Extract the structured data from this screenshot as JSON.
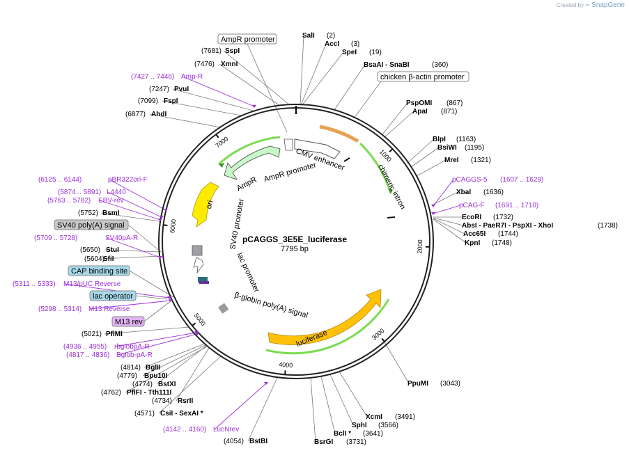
{
  "brand": {
    "created_by": "Created by",
    "app": "SnapGene"
  },
  "plasmid": {
    "name": "pCAGGS_3E5E_luciferase",
    "length": "7795 bp"
  },
  "ticks": [
    "1000",
    "2000",
    "3000",
    "4000",
    "5000",
    "6000",
    "7000"
  ],
  "sites_top": [
    {
      "id": "sali",
      "name": "SalI",
      "pos": "(2)"
    },
    {
      "id": "acci",
      "name": "AccI",
      "pos": "(3)"
    },
    {
      "id": "spei",
      "name": "SpeI",
      "pos": "(19)"
    },
    {
      "id": "bsaai",
      "name": "BsaAI   - SnaBI",
      "pos": "(360)"
    },
    {
      "id": "pspomi",
      "name": "PspOMI",
      "pos": "(867)"
    },
    {
      "id": "apai",
      "name": "ApaI",
      "pos": "(871)"
    },
    {
      "id": "blpi",
      "name": "BlpI",
      "pos": "(1163)"
    },
    {
      "id": "bsiwi",
      "name": "BsiWI",
      "pos": "(1195)"
    },
    {
      "id": "mrei",
      "name": "MreI",
      "pos": "(1321)"
    },
    {
      "id": "xbai",
      "name": "XbaI",
      "pos": "(1636)"
    },
    {
      "id": "ecori",
      "name": "EcoRI",
      "pos": "(1732)"
    },
    {
      "id": "absi",
      "name": "AbsI   - PaeR7I   - PspXI   - XhoI",
      "pos": "(1738)"
    },
    {
      "id": "acc65i",
      "name": "Acc65I",
      "pos": "(1744)"
    },
    {
      "id": "kpni",
      "name": "KpnI",
      "pos": "(1748)"
    }
  ],
  "sites_bottom_right": [
    {
      "id": "ppumi",
      "name": "PpuMI",
      "pos": "(3043)"
    },
    {
      "id": "xcmi",
      "name": "XcmI",
      "pos": "(3491)"
    },
    {
      "id": "sphi",
      "name": "SphI",
      "pos": "(3566)"
    },
    {
      "id": "bcli",
      "name": "BclI *",
      "pos": "(3641)"
    },
    {
      "id": "bsrgi",
      "name": "BsrGI",
      "pos": "(3731)"
    },
    {
      "id": "bstbi",
      "name": "BstBI",
      "pos": "(4054)"
    }
  ],
  "sites_left": [
    {
      "id": "sspi",
      "name": "SspI",
      "pos": "(7681)"
    },
    {
      "id": "xmni",
      "name": "XmnI",
      "pos": "(7476)"
    },
    {
      "id": "pvui",
      "name": "PvuI",
      "pos": "(7247)"
    },
    {
      "id": "fspi",
      "name": "FspI",
      "pos": "(7099)"
    },
    {
      "id": "ahdi",
      "name": "AhdI",
      "pos": "(6877)"
    },
    {
      "id": "bsmi",
      "name": "BsmI",
      "pos": "(5752)"
    },
    {
      "id": "stui",
      "name": "StuI",
      "pos": "(5650)"
    },
    {
      "id": "sfii",
      "name": "SfiI",
      "pos": "(5604)"
    },
    {
      "id": "pflmi",
      "name": "PflMI",
      "pos": "(5021)"
    },
    {
      "id": "bglii",
      "name": "BglII",
      "pos": "(4814)"
    },
    {
      "id": "bpu10i",
      "name": "Bpu10I",
      "pos": "(4779)"
    },
    {
      "id": "bstxi",
      "name": "BstXI",
      "pos": "(4774)"
    },
    {
      "id": "pflfi",
      "name": "PflFI   - Tth111I",
      "pos": "(4762)"
    },
    {
      "id": "rsrii",
      "name": "RsrII",
      "pos": "(4734)"
    },
    {
      "id": "csii",
      "name": "CsiI   - SexAI *",
      "pos": "(4571)"
    }
  ],
  "primers": [
    {
      "id": "ampr",
      "name": "Amp-R",
      "range": "(7427 .. 7446)"
    },
    {
      "id": "pcaggs5",
      "name": "pCAGGS-5",
      "range": "(1607 .. 1629)"
    },
    {
      "id": "pcagf",
      "name": "pCAG-F",
      "range": "(1691 .. 1710)"
    },
    {
      "id": "pbr",
      "name": "pBR322ori-F",
      "range": "(6125 .. 6144)"
    },
    {
      "id": "l4440",
      "name": "L4440",
      "range": "(5874 .. 5891)"
    },
    {
      "id": "ebvrev",
      "name": "EBV-rev",
      "range": "(5763 .. 5782)"
    },
    {
      "id": "sv40par",
      "name": "SV40pA-R",
      "range": "(5709 .. 5728)"
    },
    {
      "id": "m13puc",
      "name": "M13/pUC Reverse",
      "range": "(5311 .. 5333)"
    },
    {
      "id": "m13rev",
      "name": "M13 Reverse",
      "range": "(5298 .. 5314)"
    },
    {
      "id": "rbglob",
      "name": "rbglobpA-R",
      "range": "(4936 .. 4955)"
    },
    {
      "id": "bglob",
      "name": "Bglob-pA-R",
      "range": "(4817 .. 4836)"
    },
    {
      "id": "lucnrev",
      "name": "LucNrev",
      "range": "(4142 .. 4160)"
    }
  ],
  "boxed_labels": {
    "ampr_promoter": "AmpR promoter",
    "chicken": "chicken β-actin promoter",
    "sv40polya": "SV40 poly(A) signal",
    "cap": "CAP binding site",
    "lac_operator": "lac operator",
    "m13_rev": "M13 rev"
  },
  "features": {
    "cmv": "CMV enhancer",
    "chimeric": "chimeric intron",
    "luciferase": "luciferase",
    "bglobin": "β-globin poly(A) signal",
    "ori": "ori",
    "ampr": "AmpR",
    "ampr_promoter": "AmpR promoter",
    "sv40_promoter": "SV40 promoter",
    "lac_promoter": "lac promoter"
  },
  "colors": {
    "backbone": "#222222",
    "primer": "#9b30d9",
    "green": "#7bdc4e",
    "orange": "#e8a352",
    "yellow": "#ffd600",
    "light_green": "#c9f7c9",
    "grey_box": "#c8c8c8",
    "blue_box": "#a8d8ea",
    "violet_box": "#e2b3f4"
  }
}
